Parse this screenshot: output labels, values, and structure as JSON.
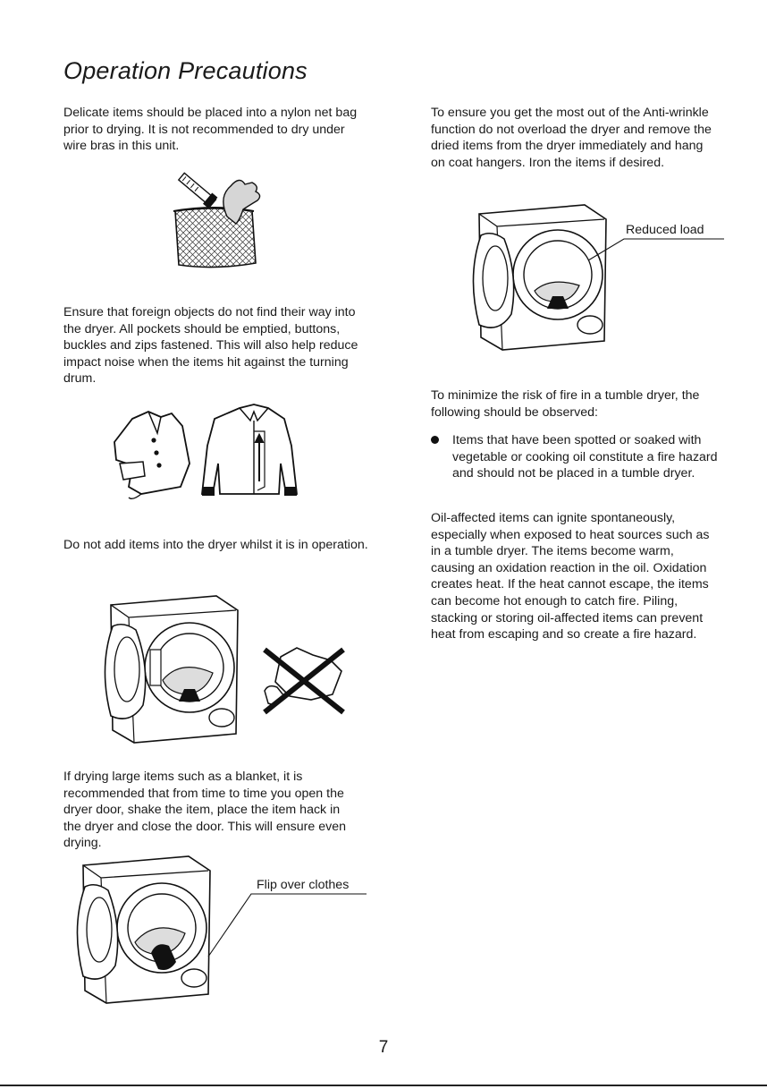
{
  "title": "Operation Precautions",
  "left": {
    "p1": [
      "Delicate items should be placed into a nylon net bag",
      "prior to drying. It is not recommended to dry under",
      "wire bras in this unit."
    ],
    "p2": [
      "Ensure that foreign objects do not find their way into",
      "the dryer. All pockets should be emptied, buttons,",
      "buckles and zips fastened. This will also help reduce",
      "impact noise when the items hit against the turning",
      "drum."
    ],
    "p3": [
      "Do not add items into the dryer whilst it is in operation."
    ],
    "p4": [
      "If drying large items such as a blanket, it is",
      "recommended that from time to time you open the",
      "dryer door, shake the item, place the item hack in",
      "the dryer and close the door. This will ensure even",
      "drying."
    ],
    "callout_flip": "Flip over clothes"
  },
  "right": {
    "p1": [
      "To ensure you get the most out of the Anti-wrinkle",
      "function do not overload the dryer and remove the",
      "dried items from the dryer immediately and hang",
      "on coat hangers. Iron the items if desired."
    ],
    "callout_reduced": "Reduced load",
    "p2": [
      "To minimize the risk of fire in a tumble dryer, the",
      "following should be observed:"
    ],
    "bullet": [
      "Items that have been spotted or soaked with",
      "vegetable or cooking oil constitute a fire hazard",
      "and should not be placed in a tumble dryer."
    ],
    "p3": [
      "Oil-affected items can ignite spontaneously,",
      "especially when exposed to heat sources such as",
      "in a tumble dryer. The items become warm,",
      "causing an oxidation reaction in the oil. Oxidation",
      "creates heat. If the heat cannot escape, the items",
      "can become hot enough to catch fire. Piling,",
      "stacking or storing oil-affected items can prevent",
      "heat from escaping and so create a fire hazard."
    ]
  },
  "page_number": "7"
}
